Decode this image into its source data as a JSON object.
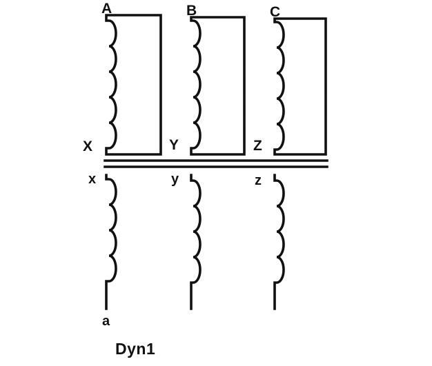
{
  "diagram": {
    "primary": {
      "phase_a": {
        "start": "A",
        "end": "X"
      },
      "phase_b": {
        "start": "B",
        "end": "Y"
      },
      "phase_c": {
        "start": "C",
        "end": "Z"
      }
    },
    "secondary": {
      "phase_a": {
        "start": "x",
        "end": "a"
      },
      "phase_b": {
        "start": "y"
      },
      "phase_c": {
        "start": "z"
      }
    },
    "caption": "Dyn1"
  }
}
